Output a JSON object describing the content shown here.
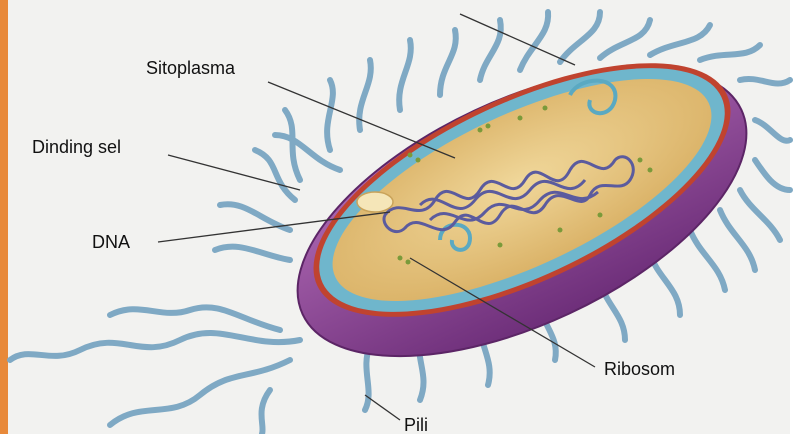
{
  "labels": {
    "cytoplasm": "Sitoplasma",
    "cell_wall": "Dinding sel",
    "dna": "DNA",
    "ribosome": "Ribosom",
    "pili": "Pili"
  },
  "colors": {
    "background": "#f2f2f0",
    "frame": "#e8893a",
    "capsule": "#8e4a95",
    "cell_wall": "#c0432f",
    "membrane": "#6fb6cc",
    "cytoplasm": "#e3c27a",
    "dna": "#5b5b9e",
    "flagella": "#7fa9c4"
  }
}
